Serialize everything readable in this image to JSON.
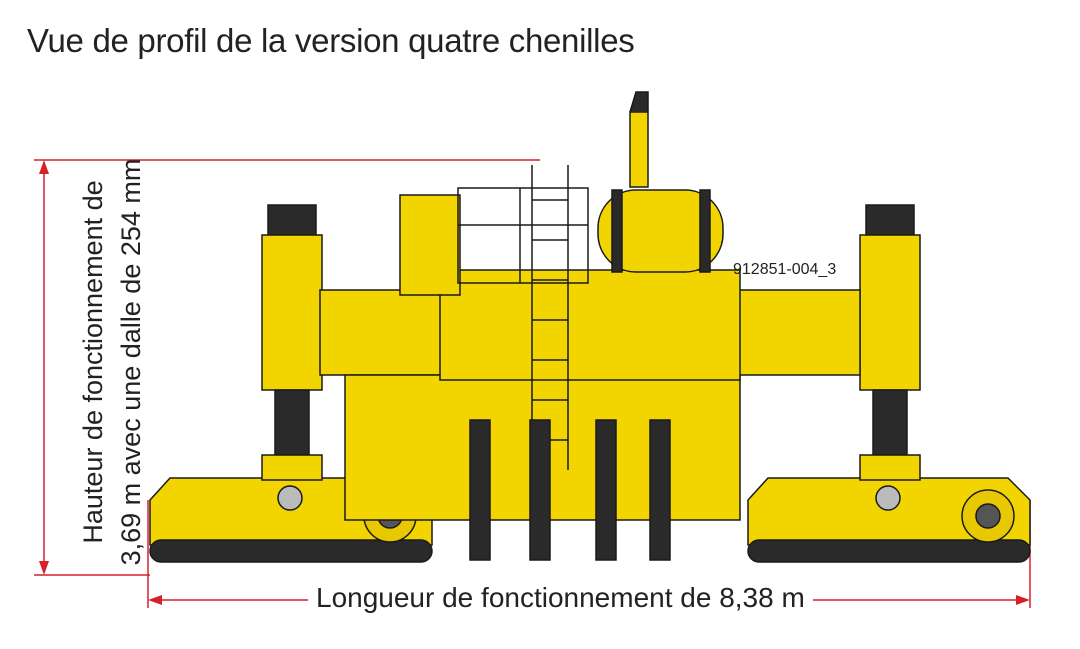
{
  "title": "Vue de profil de la version quatre chenilles",
  "part_number": "912851-004_3",
  "dimensions": {
    "height_label": "Hauteur de fonctionnement de 3,69 m avec une dalle de 254 mm",
    "length_label": "Longueur de fonctionnement de 8,38 m"
  },
  "colors": {
    "machine_yellow": "#f2d500",
    "machine_dark": "#1a1a1a",
    "dimension_red": "#d6202a"
  }
}
